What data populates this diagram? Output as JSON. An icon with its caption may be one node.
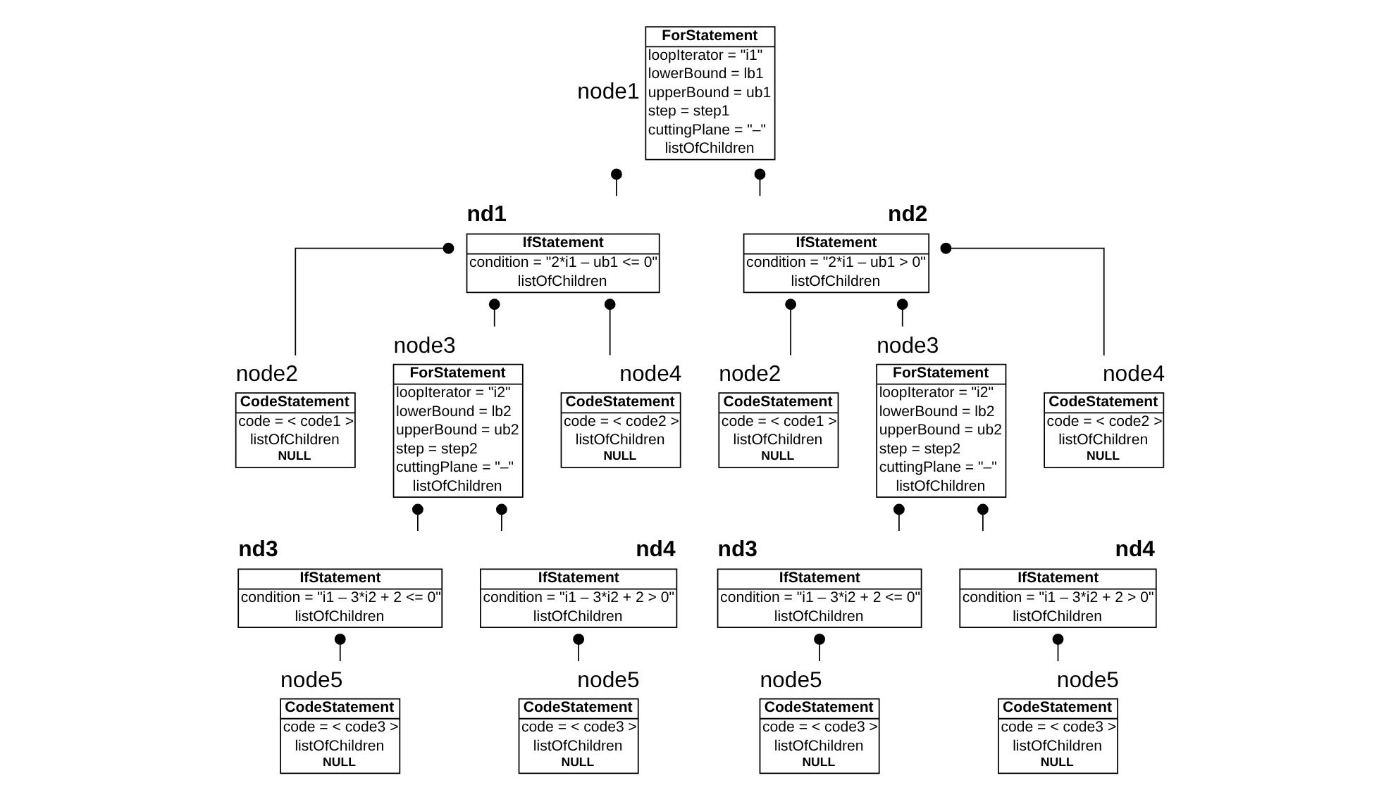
{
  "diagram": {
    "nodes": [
      {
        "text": [
          "ForStatement",
          "loopIterator = \"i1\"",
          "lowerBound = lb1",
          "upperBound = ub1",
          "step = step1",
          "cuttingPlane = \"–\"",
          "listOfChildren"
        ],
        "beside": [
          "node1"
        ]
      },
      {
        "text": [
          "IfStatement",
          "condition = \"2*i1 – ub1 <= 0\"",
          "listOfChildren"
        ],
        "beside": [
          "nd1"
        ]
      },
      {
        "text": [
          "IfStatement",
          "condition = \"2*i1 – ub1 > 0\"",
          "listOfChildren"
        ],
        "beside": [
          "nd2"
        ]
      },
      {
        "text": [
          "CodeStatement",
          "code = < code1 >",
          "listOfChildren",
          "NULL"
        ],
        "beside": [
          "node2"
        ]
      },
      {
        "text": [
          "ForStatement",
          "loopIterator = \"i2\"",
          "lowerBound = lb2",
          "upperBound = ub2",
          "step = step2",
          "cuttingPlane = \"–\"",
          "listOfChildren"
        ],
        "beside": [
          "node3"
        ]
      },
      {
        "text": [
          "CodeStatement",
          "code = < code2 >",
          "listOfChildren",
          "NULL"
        ],
        "beside": [
          "node4"
        ]
      },
      {
        "text": [
          "CodeStatement",
          "code = < code1 >",
          "listOfChildren",
          "NULL"
        ],
        "beside": [
          "node2"
        ]
      },
      {
        "text": [
          "ForStatement",
          "loopIterator = \"i2\"",
          "lowerBound = lb2",
          "upperBound = ub2",
          "step = step2",
          "cuttingPlane = \"–\"",
          "listOfChildren"
        ],
        "beside": [
          "node3"
        ]
      },
      {
        "text": [
          "CodeStatement",
          "code = < code2 >",
          "listOfChildren",
          "NULL"
        ],
        "beside": [
          "node4"
        ]
      },
      {
        "text": [
          "IfStatement",
          "condition = \"i1 – 3*i2 + 2 <= 0\"",
          "listOfChildren"
        ],
        "beside": [
          "nd3"
        ]
      },
      {
        "text": [
          "IfStatement",
          "condition = \"i1 – 3*i2 + 2 > 0\"",
          "listOfChildren"
        ],
        "beside": [
          "nd4"
        ]
      },
      {
        "text": [
          "IfStatement",
          "condition = \"i1 – 3*i2 + 2 <= 0\"",
          "listOfChildren"
        ],
        "beside": [
          "nd3"
        ]
      },
      {
        "text": [
          "IfStatement",
          "condition = \"i1 – 3*i2 + 2 > 0\"",
          "listOfChildren"
        ],
        "beside": [
          "nd4"
        ]
      },
      {
        "text": [
          "CodeStatement",
          "code = < code3 >",
          "listOfChildren",
          "NULL"
        ],
        "beside": [
          "node5"
        ]
      },
      {
        "text": [
          "CodeStatement",
          "code = < code3 >",
          "listOfChildren",
          "NULL"
        ],
        "beside": [
          "node5"
        ]
      },
      {
        "text": [
          "CodeStatement",
          "code = < code3 >",
          "listOfChildren",
          "NULL"
        ],
        "beside": [
          "node5"
        ]
      },
      {
        "text": [
          "CodeStatement",
          "code = < code3 >",
          "listOfChildren",
          "NULL"
        ],
        "beside": [
          "node5"
        ]
      }
    ],
    "edges": [
      {
        "from": 0,
        "to": 1,
        "arrow": "other"
      },
      {
        "from": 0,
        "to": 2,
        "arrow": "other"
      },
      {
        "from": 1,
        "to": 3,
        "arrow": "other"
      },
      {
        "from": 1,
        "to": 4,
        "arrow": "other"
      },
      {
        "from": 1,
        "to": 5,
        "arrow": "other"
      },
      {
        "from": 2,
        "to": 6,
        "arrow": "other"
      },
      {
        "from": 2,
        "to": 7,
        "arrow": "other"
      },
      {
        "from": 2,
        "to": 8,
        "arrow": "other"
      },
      {
        "from": 4,
        "to": 9,
        "arrow": "other"
      },
      {
        "from": 4,
        "to": 10,
        "arrow": "other"
      },
      {
        "from": 7,
        "to": 11,
        "arrow": "other"
      },
      {
        "from": 7,
        "to": 12,
        "arrow": "other"
      },
      {
        "from": 9,
        "to": 13,
        "arrow": "other"
      },
      {
        "from": 10,
        "to": 14,
        "arrow": "other"
      },
      {
        "from": 11,
        "to": 15,
        "arrow": "other"
      },
      {
        "from": 12,
        "to": 16,
        "arrow": "other"
      }
    ]
  }
}
